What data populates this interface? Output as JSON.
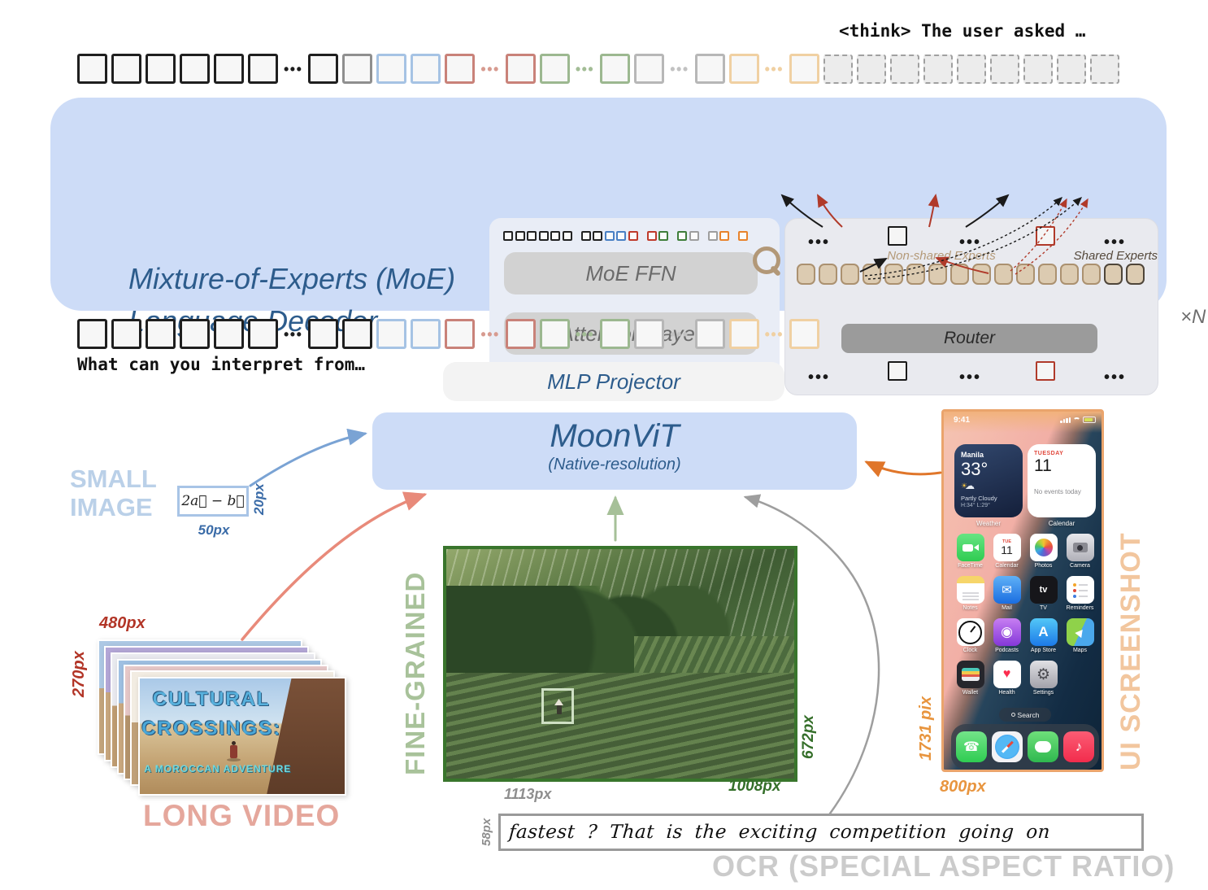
{
  "colors": {
    "token": {
      "black": "#1f1f1f",
      "gray": "#8f8f8f",
      "lgray": "#b7b7b7",
      "blue": "#a6c3e4",
      "red": "#c98279",
      "green": "#9cb890",
      "orange": "#f0d0a2"
    },
    "dots": {
      "black": "#1f1f1f",
      "red": "#d79b90",
      "green": "#a3bd96",
      "lgray": "#c2c2c2",
      "orange": "#f0d0a2"
    },
    "mini": {
      "black": "#222222",
      "blue": "#4a80c4",
      "red": "#bf3b2c",
      "green": "#3f7e3a",
      "gray": "#9e9e9e",
      "orange": "#e8832c"
    },
    "accent_box_blue": "#cddcf7",
    "title_blue": "#2d5c8c",
    "expert_fill": "#dccbb1",
    "expert_border": "#ab9170",
    "shared_expert_border": "#4f463a"
  },
  "output_row": {
    "think_text": "<think> The user asked …",
    "tokens": [
      "sq:black",
      "sq:black",
      "sq:black",
      "sq:black",
      "sq:black",
      "sq:black",
      "dots:black",
      "sq:black",
      "sq:gray",
      "sq:blue",
      "sq:blue",
      "sq:red",
      "dots:red",
      "sq:red",
      "sq:green",
      "dots:green",
      "sq:green",
      "sq:lgray",
      "dots:lgray",
      "sq:lgray",
      "sq:orange",
      "dots:orange",
      "sq:orange",
      "dash",
      "dash",
      "dash",
      "dash",
      "dash",
      "dash",
      "dash",
      "dash",
      "dash"
    ]
  },
  "decoder": {
    "title_line1": "Mixture-of-Experts (MoE)",
    "title_line2": "Language Decoder",
    "ffn_label": "MoE FFN",
    "attention_label": "Attention Layer",
    "router_label": "Router",
    "non_shared_label": "Non-shared Experts",
    "shared_label": "Shared Experts",
    "repeat_label": "×N",
    "token_groups": [
      [
        "black",
        "black",
        "black",
        "black",
        "black",
        "black"
      ],
      [
        "black",
        "black",
        "blue",
        "blue",
        "red"
      ],
      [
        "red",
        "green"
      ],
      [
        "green",
        "gray"
      ],
      [
        "gray",
        "orange"
      ],
      [
        "orange"
      ]
    ],
    "experts": {
      "non_shared_count": 14,
      "shared_count": 2
    }
  },
  "input_row": {
    "prompt_text": "What can you interpret from…",
    "tokens": [
      "sq:black",
      "sq:black",
      "sq:black",
      "sq:black",
      "sq:black",
      "sq:black",
      "dots:black",
      "sq:black",
      "sq:black",
      "sq:blue",
      "sq:blue",
      "sq:red",
      "dots:red",
      "sq:red",
      "sq:green",
      "dots:green",
      "sq:green",
      "sq:lgray",
      "dots:lgray",
      "sq:lgray",
      "sq:orange",
      "dots:orange",
      "sq:orange"
    ]
  },
  "projector": {
    "label": "MLP Projector"
  },
  "moonvit": {
    "title": "MoonViT",
    "subtitle": "(Native-resolution)"
  },
  "small_image": {
    "category_label_line1": "SMALL",
    "category_label_line2": "IMAGE",
    "formula": "2a⃗ − b⃗",
    "width_label": "50px",
    "height_label": "20px"
  },
  "long_video": {
    "category_label": "LONG VIDEO",
    "width_label": "480px",
    "height_label": "270px",
    "title_line1": "CULTURAL",
    "title_line2": "CROSSINGS:",
    "subtitle": "A MOROCCAN ADVENTURE"
  },
  "fine_grained": {
    "category_label": "FINE-GRAINED",
    "width_label": "1008px",
    "height_label": "672px"
  },
  "ui_screenshot": {
    "category_label": "UI SCREENSHOT",
    "width_label": "800px",
    "height_label": "1731 pix",
    "phone": {
      "status_time": "9:41",
      "weather": {
        "city": "Manila",
        "temp": "33°",
        "condition": "Partly Cloudy",
        "hi_lo": "H:34° L:29°",
        "caption": "Weather"
      },
      "calendar": {
        "weekday": "TUESDAY",
        "day": "11",
        "events": "No events today",
        "caption": "Calendar"
      },
      "calendar_app_weekday": "TUE",
      "calendar_app_day": "11",
      "app_rows": [
        [
          {
            "label": "FaceTime",
            "key": "facetime"
          },
          {
            "label": "Calendar",
            "key": "calendarapp"
          },
          {
            "label": "Photos",
            "key": "photos"
          },
          {
            "label": "Camera",
            "key": "camera"
          }
        ],
        [
          {
            "label": "Notes",
            "key": "notes"
          },
          {
            "label": "Mail",
            "key": "mail"
          },
          {
            "label": "TV",
            "key": "tv"
          },
          {
            "label": "Reminders",
            "key": "reminders"
          }
        ],
        [
          {
            "label": "Clock",
            "key": "clock"
          },
          {
            "label": "Podcasts",
            "key": "podcasts"
          },
          {
            "label": "App Store",
            "key": "appstore"
          },
          {
            "label": "Maps",
            "key": "maps"
          }
        ],
        [
          {
            "label": "Wallet",
            "key": "wallet"
          },
          {
            "label": "Health",
            "key": "health"
          },
          {
            "label": "Settings",
            "key": "settings"
          }
        ]
      ],
      "search_label": "Search",
      "dock": [
        {
          "label": "Phone",
          "key": "phone"
        },
        {
          "label": "Safari",
          "key": "safari"
        },
        {
          "label": "Messages",
          "key": "messages"
        },
        {
          "label": "Music",
          "key": "music"
        }
      ]
    }
  },
  "ocr": {
    "category_label": "OCR (SPECIAL ASPECT RATIO)",
    "text": "fastest ? That is the exciting competition going on",
    "width_label": "1113px",
    "height_label": "58px"
  }
}
